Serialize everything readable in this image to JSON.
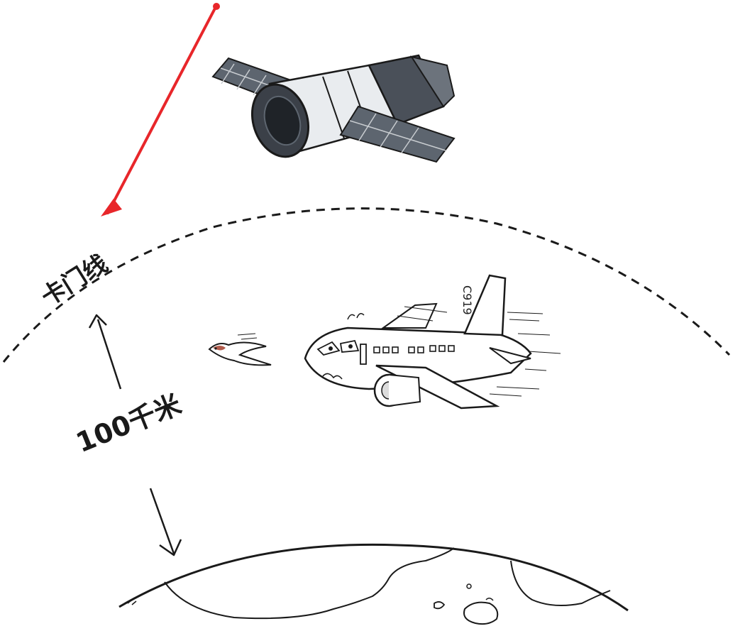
{
  "labels": {
    "karman_line": "卡门线",
    "distance": "100千米",
    "aircraft_tail_code": "C919"
  },
  "colors": {
    "ink": "#1a1a1a",
    "highlight_arrow": "#e8262a",
    "satellite_body": "#e9ecef",
    "satellite_dark": "#4a5059",
    "solar_panel": "#5d656f",
    "background": "#ffffff"
  },
  "elements": [
    "satellite",
    "red-arrow",
    "karman-line-dashed-arc",
    "up-arrow",
    "down-arrow",
    "bird",
    "airplane",
    "earth-surface-outline"
  ]
}
